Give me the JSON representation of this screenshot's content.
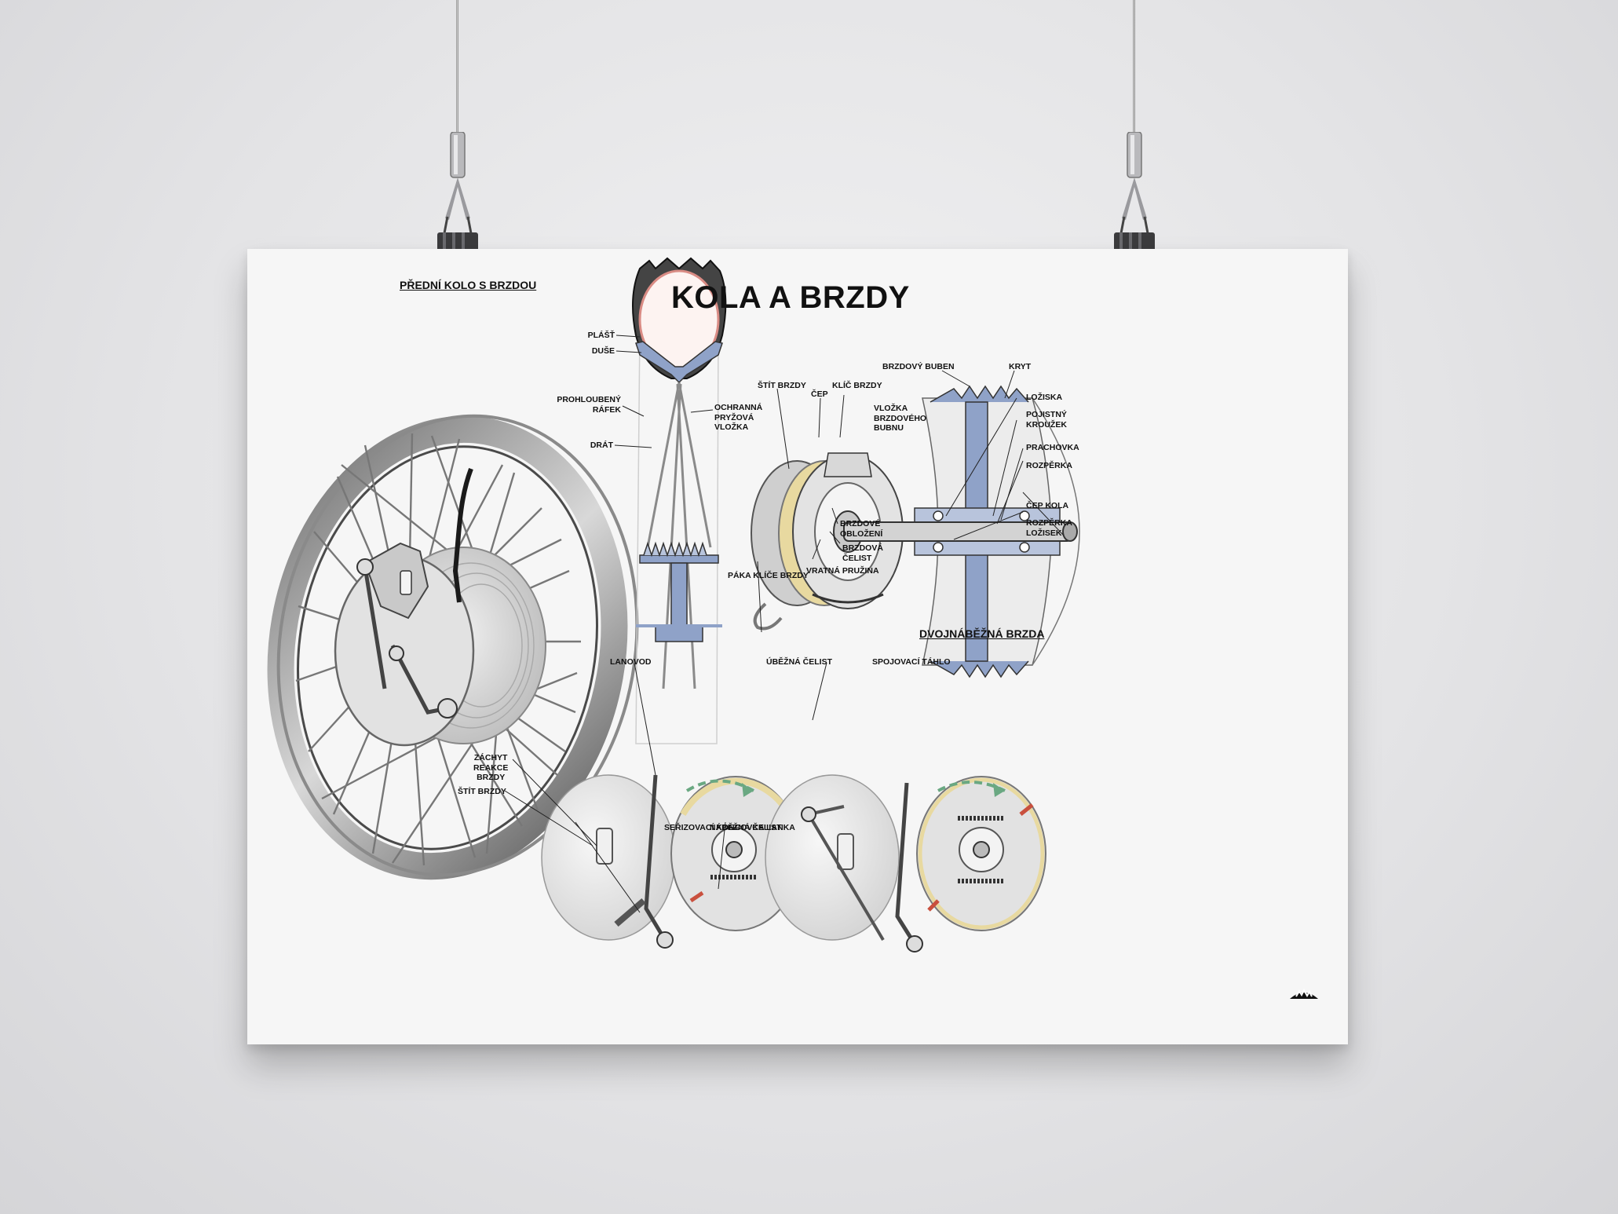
{
  "poster": {
    "title": "KOLA A BRZDY",
    "section_front_wheel": "PŘEDNÍ KOLO S BRZDOU",
    "section_double_brake": "DVOJNÁBĚŽNÁ BRZDA"
  },
  "labels": {
    "plast": "PLÁŠŤ",
    "duse": "DUŠE",
    "prohloubeny_rafek": "PROHLOUBENÝ\nRÁFEK",
    "drat": "DRÁT",
    "ochranna_vlozka": "OCHRANNÁ\nPRYŽOVÁ\nVLOŽKA",
    "stit_brzdy": "ŠTÍT BRZDY",
    "cep": "ČEP",
    "klic_brzdy": "KLÍČ BRZDY",
    "brzdove_oblozeni": "BRZDOVÉ\nOBLOŽENÍ",
    "brzdova_celist": "BRZDOVÁ\nČELIST",
    "vratna_pruzina": "VRATNÁ PRUŽINA",
    "paka_klice_brzdy": "PÁKA KLÍČE BRZDY",
    "brzdovy_buben": "BRZDOVÝ BUBEN",
    "kryt": "KRYT",
    "loziska": "LOŽISKA",
    "vlozka_brzdoveho_bubnu": "VLOŽKA\nBRZDOVÉHO\nBUBNU",
    "pojistny_krouzek": "POJISTNÝ\nKROUŽEK",
    "prachovka": "PRACHOVKA",
    "rozperka": "ROZPĚRKA",
    "cep_kola": "ČEP KOLA",
    "rozperka_lozisek": "ROZPĚRKA\nLOŽISEK",
    "lanovod": "LANOVOD",
    "ubezna_celist": "ÚBĚŽNÁ ČELIST",
    "spojovaci_tahlo": "SPOJOVACÍ TÁHLO",
    "zachyt_reakce_brzdy": "ZÁCHYT\nREAKCE\nBRZDY",
    "stit_brzdy_2": "ŠTÍT BRZDY",
    "serizovaci_koncovka": "SEŘIZOVACÍ KONCOVKA LANKA",
    "nabezna_celist": "NÁBĚŽNÁ ČELIST"
  },
  "colors": {
    "poster_bg": "#f6f6f6",
    "ink": "#111111",
    "steel": "#8f96a0",
    "blue_section": "#8fa2c8",
    "lining_yellow": "#e8d9a0",
    "arrow_green": "#6aa882",
    "arrow_red": "#c9503e",
    "tube_red": "#d98b84"
  },
  "icons": {
    "logo": "jawa-logo-icon"
  }
}
